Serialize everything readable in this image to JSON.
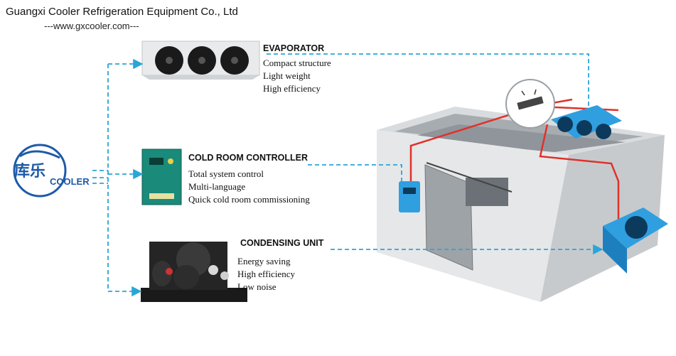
{
  "header": {
    "company": "Guangxi Cooler Refrigeration Equipment Co., Ltd",
    "website": "---www.gxcooler.com---"
  },
  "logo": {
    "chinese": "库乐",
    "english": "COOLER"
  },
  "sections": [
    {
      "title": "EVAPORATOR",
      "features": [
        "Compact structure",
        "Light weight",
        "High efficiency"
      ]
    },
    {
      "title": "COLD ROOM CONTROLLER",
      "features": [
        "Total system control",
        "Multi-language",
        "Quick cold room commissioning"
      ]
    },
    {
      "title": "CONDENSING UNIT",
      "features": [
        "Energy saving",
        "High efficiency",
        "Low noise"
      ]
    }
  ],
  "colors": {
    "connector": "#2aa6d6",
    "pipe": "#e0312a",
    "unit_blue": "#2f9fe0",
    "controller_green": "#1a8a7a"
  }
}
